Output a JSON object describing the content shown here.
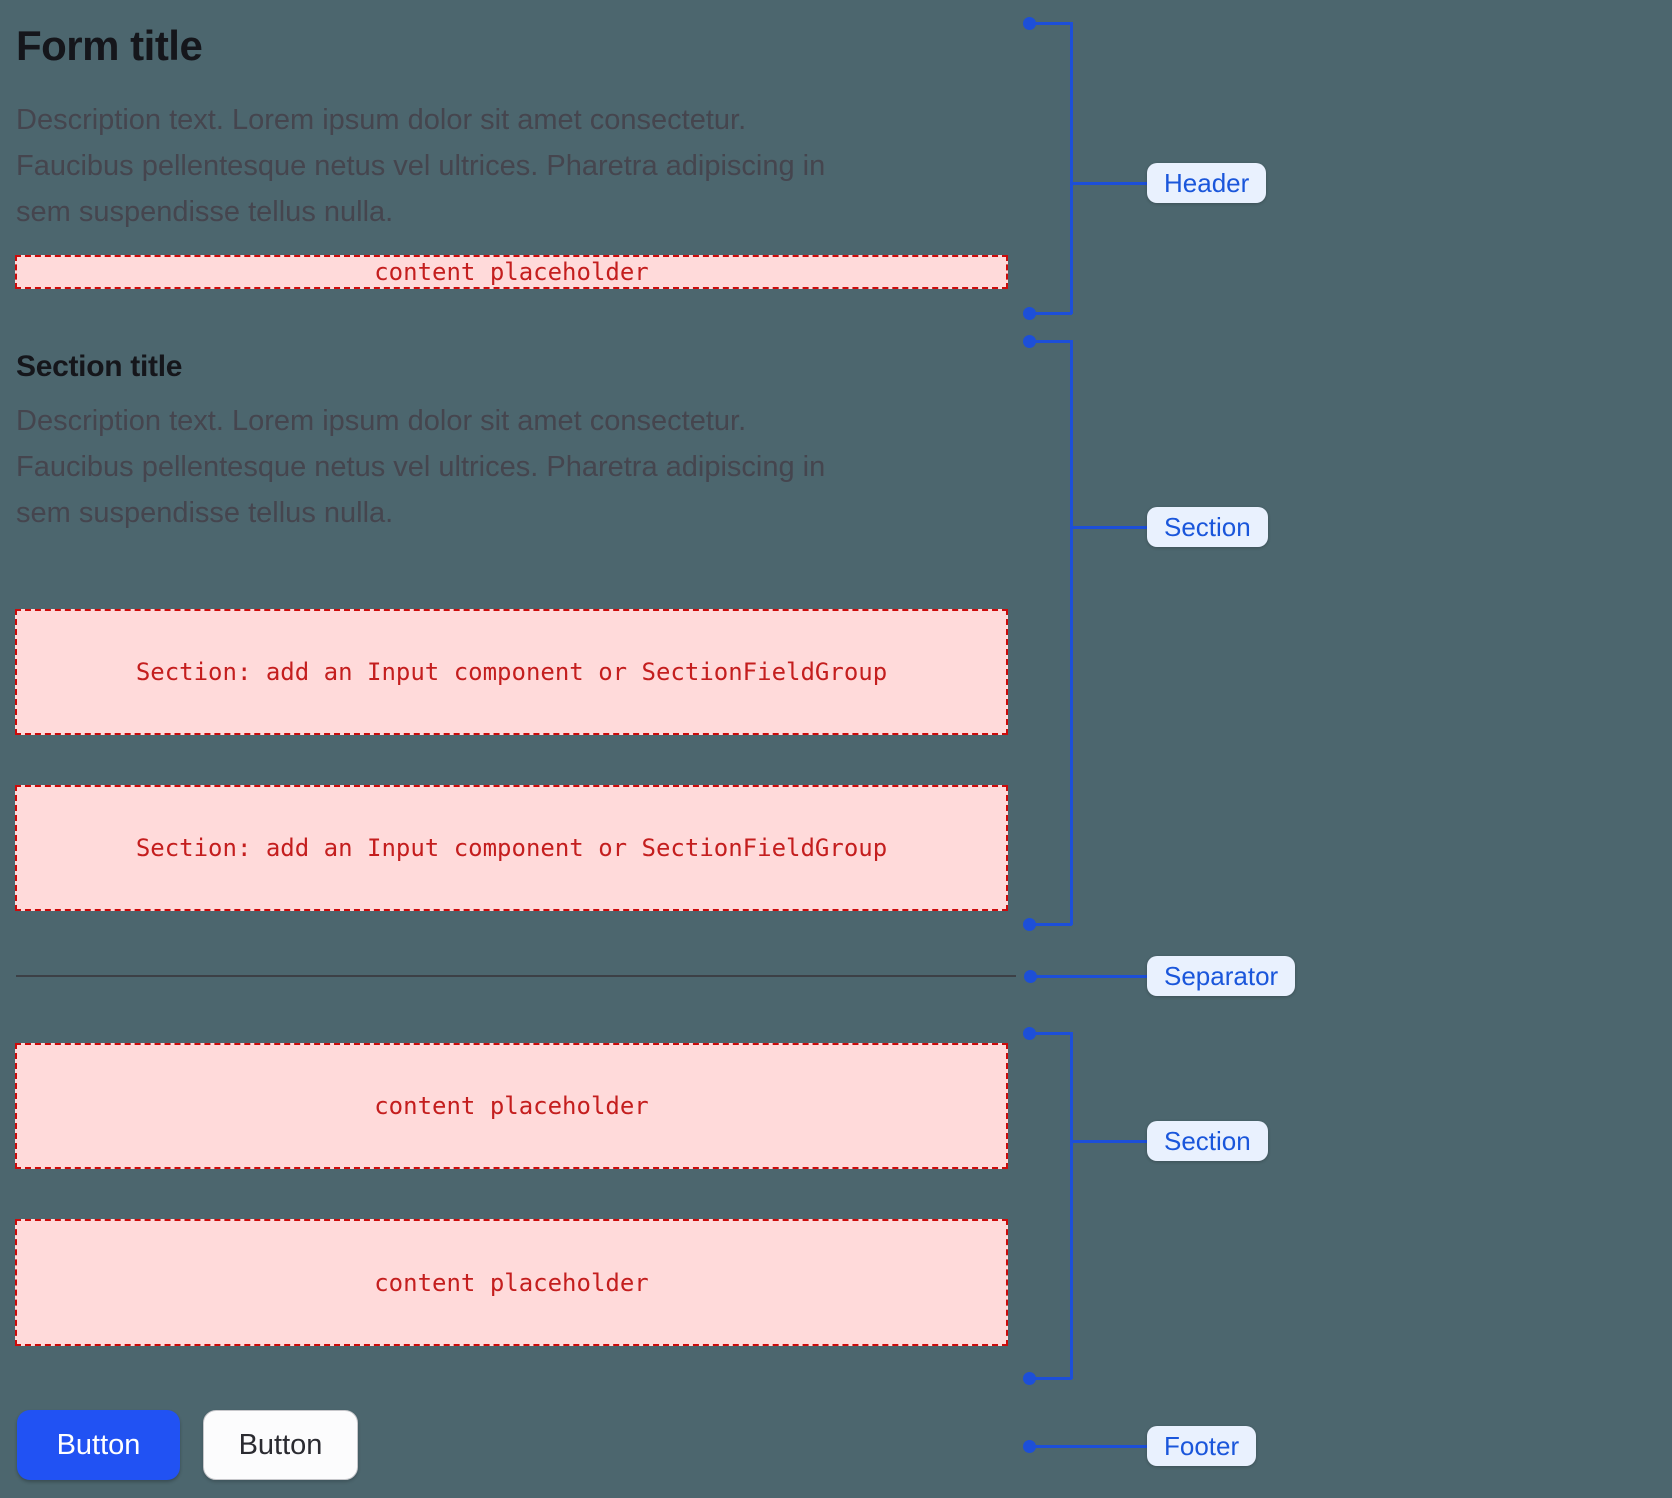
{
  "form": {
    "title": "Form title",
    "description_lines": [
      "Description text. Lorem ipsum dolor sit amet consectetur.",
      "Faucibus pellentesque netus vel ultrices. Pharetra adipiscing in",
      "sem suspendisse tellus nulla."
    ],
    "header_placeholder": "content placeholder",
    "section": {
      "title": "Section title",
      "description_lines": [
        "Description text. Lorem ipsum dolor sit amet consectetur.",
        "Faucibus pellentesque netus vel ultrices. Pharetra adipiscing in",
        "sem suspendisse tellus nulla."
      ],
      "field_placeholder_1": "Section: add an Input component or SectionFieldGroup",
      "field_placeholder_2": "Section: add an Input component or SectionFieldGroup"
    },
    "section2": {
      "content_placeholder_1": "content placeholder",
      "content_placeholder_2": "content placeholder"
    },
    "footer": {
      "primary_button": "Button",
      "secondary_button": "Button"
    }
  },
  "annotations": {
    "header": "Header",
    "section_1": "Section",
    "separator": "Separator",
    "section_2": "Section",
    "footer": "Footer"
  },
  "colors": {
    "background": "#4c666e",
    "accent_blue": "#1d4fd8",
    "annotation_pill_bg": "#e9f1fe",
    "annotation_pill_text": "#1a56db",
    "placeholder_bg": "#ffdada",
    "placeholder_border": "#cc0b0b",
    "placeholder_text": "#c41e1e",
    "primary_button_bg": "#2152f3",
    "title_text": "#15161b",
    "description_text": "#45454e"
  }
}
